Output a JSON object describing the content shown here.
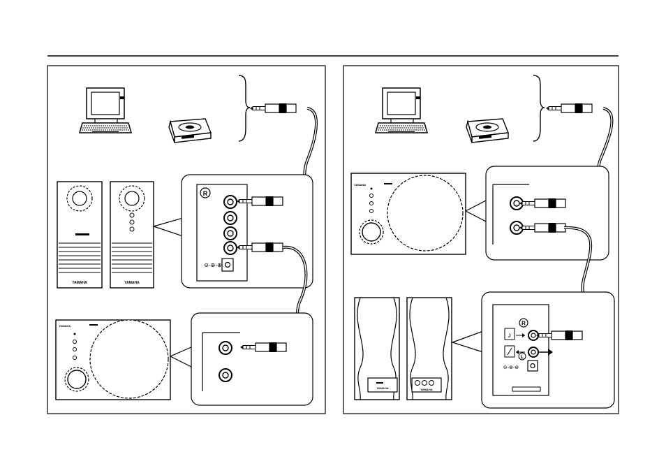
{
  "header": {
    "rule": true
  },
  "left_panel": {
    "speaker_brand": "YAMAHA",
    "subwoofer_brand": "YAMAHA",
    "right_channel_mark": "R",
    "power_symbol": "⊖-⊕-⊕"
  },
  "right_panel": {
    "subwoofer_brand": "YAMAHA",
    "speaker_brand": "YAMAHA",
    "right_channel_mark": "R",
    "left_channel_mark": "L",
    "power_symbol": "⊖-⊕-⊕"
  },
  "icons": {
    "computer": "computer-icon",
    "cd_player": "portable-cd-player-icon",
    "cable": "stereo-mini-plug-cable",
    "music_note": "music-note-icon"
  },
  "colors": {
    "line": "#000000",
    "fill": "#ffffff",
    "grille": "#000000"
  }
}
